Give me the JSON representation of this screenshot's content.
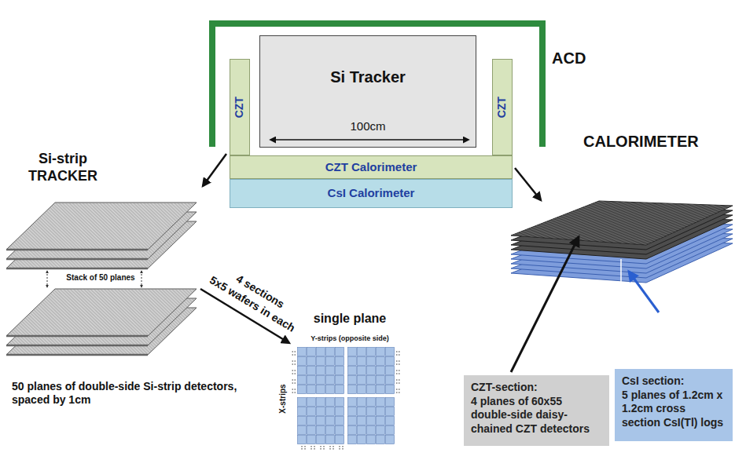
{
  "diagram": {
    "nodes": [
      {
        "text": [
          "Si Tracker"
        ]
      },
      {
        "text": [
          "CZT"
        ]
      },
      {
        "text": [
          "CZT"
        ]
      },
      {
        "text": [
          "CZT Calorimeter"
        ]
      },
      {
        "text": [
          "CsI Calorimeter"
        ]
      },
      {
        "text": [
          "CZT-section:",
          "4 planes of 60x55 double-side daisy-chained CZT detectors"
        ]
      },
      {
        "text": [
          "CsI section:",
          "5 planes of 1.2cm x 1.2cm cross section CsI(Tl) logs"
        ]
      }
    ],
    "labels": [
      "ACD",
      "100cm",
      "Si-strip TRACKER",
      "Stack of 50 planes",
      "4 sections",
      "5x5 wafers in each",
      "single plane",
      "Y-strips (opposite side)",
      "X-strips",
      "50 planes of double-side Si-strip detectors, spaced by 1cm",
      "CALORIMETER"
    ]
  }
}
